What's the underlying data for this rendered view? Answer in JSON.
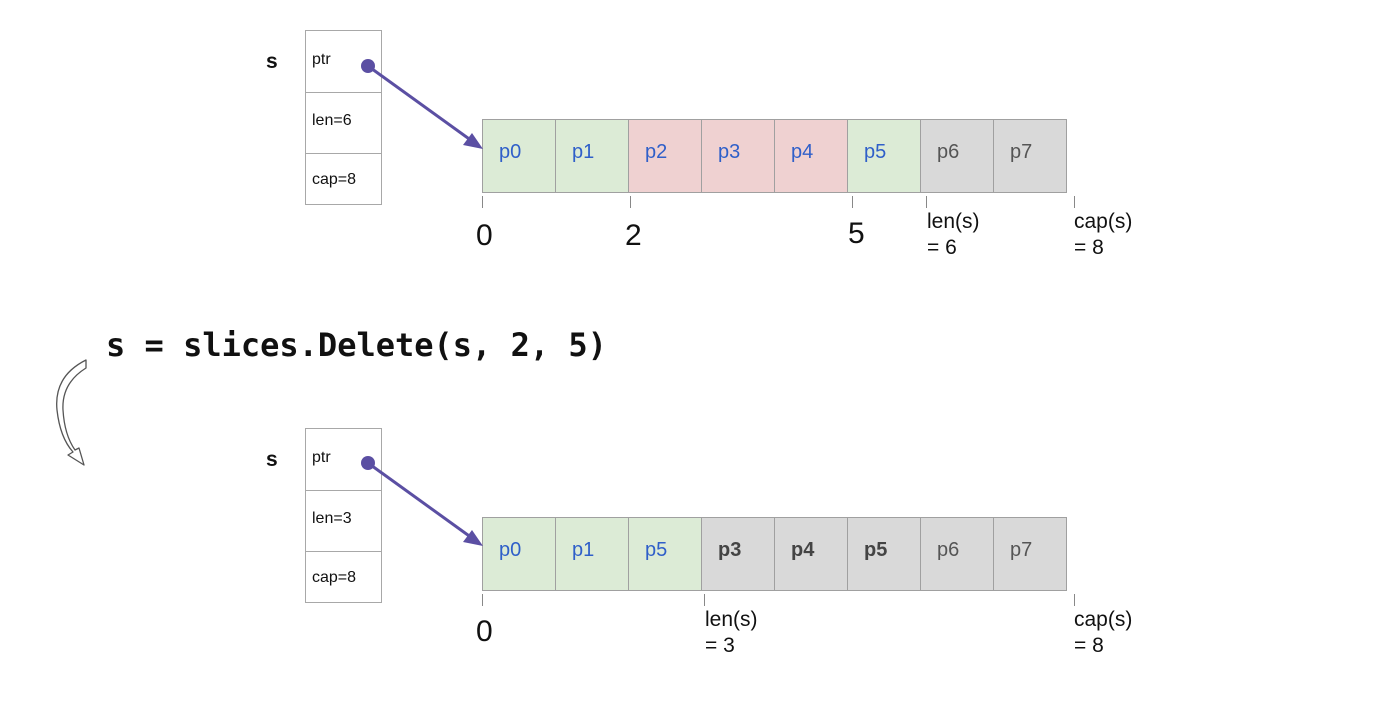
{
  "top": {
    "var": "s",
    "header": {
      "ptr": "ptr",
      "len": "len=6",
      "cap": "cap=8"
    },
    "cells": [
      {
        "label": "p0",
        "state": "green"
      },
      {
        "label": "p1",
        "state": "green"
      },
      {
        "label": "p2",
        "state": "red"
      },
      {
        "label": "p3",
        "state": "red"
      },
      {
        "label": "p4",
        "state": "red"
      },
      {
        "label": "p5",
        "state": "green"
      },
      {
        "label": "p6",
        "state": "gray"
      },
      {
        "label": "p7",
        "state": "gray"
      }
    ],
    "indices": [
      "0",
      "2",
      "5"
    ],
    "len_label": [
      "len(s)",
      "= 6"
    ],
    "cap_label": [
      "cap(s)",
      "= 8"
    ]
  },
  "code": "s = slices.Delete(s, 2, 5)",
  "bottom": {
    "var": "s",
    "header": {
      "ptr": "ptr",
      "len": "len=3",
      "cap": "cap=8"
    },
    "cells": [
      {
        "label": "p0",
        "state": "green"
      },
      {
        "label": "p1",
        "state": "green"
      },
      {
        "label": "p5",
        "state": "green"
      },
      {
        "label": "p3",
        "state": "grayb"
      },
      {
        "label": "p4",
        "state": "grayb"
      },
      {
        "label": "p5",
        "state": "grayb"
      },
      {
        "label": "p6",
        "state": "gray"
      },
      {
        "label": "p7",
        "state": "gray"
      }
    ],
    "indices": [
      "0"
    ],
    "len_label": [
      "len(s)",
      "= 3"
    ],
    "cap_label": [
      "cap(s)",
      "= 8"
    ]
  },
  "colors": {
    "kept": "#dcebd6",
    "deleted": "#efd1d1",
    "beyond_len": "#d9d9d9",
    "element_text": "#2f5fc9",
    "pointer": "#5b4fa3"
  },
  "icons": {
    "transition": "curved-arrow-icon",
    "pointer": "pointer-arrow-icon"
  }
}
